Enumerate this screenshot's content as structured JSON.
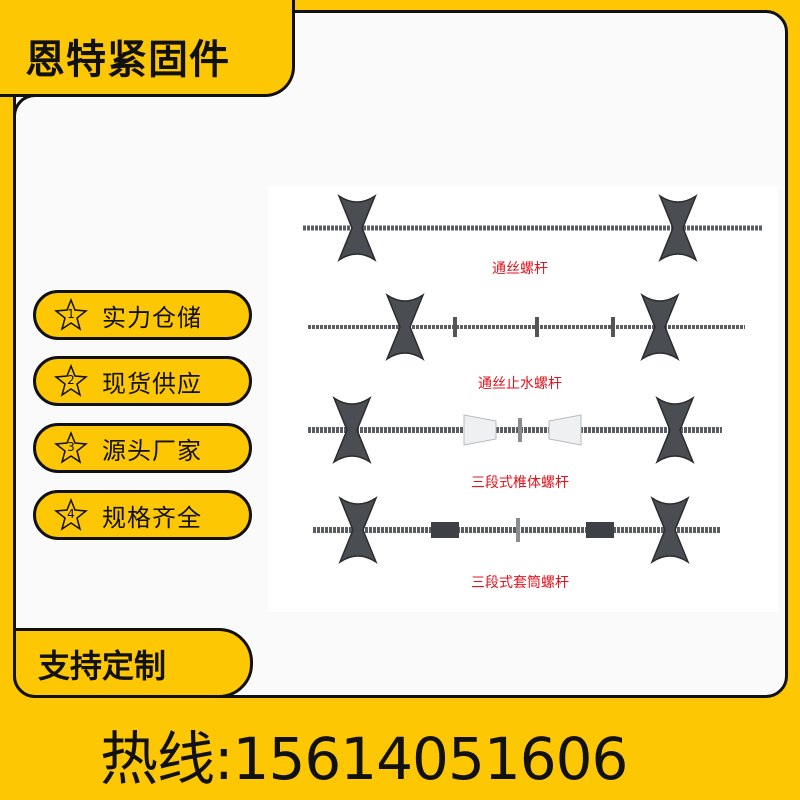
{
  "brand": "恩特紧固件",
  "features": [
    {
      "num": "1",
      "label": "实力仓储"
    },
    {
      "num": "2",
      "label": "现货供应"
    },
    {
      "num": "3",
      "label": "源头厂家"
    },
    {
      "num": "4",
      "label": "规格齐全"
    }
  ],
  "products": [
    {
      "label": "通丝螺杆"
    },
    {
      "label": "通丝止水螺杆"
    },
    {
      "label": "三段式椎体螺杆"
    },
    {
      "label": "三段式套筒螺杆"
    }
  ],
  "custom_label": "支持定制",
  "hotline": "热线:15614051606",
  "colors": {
    "accent": "#FDC703",
    "label_red": "#e0141e"
  }
}
